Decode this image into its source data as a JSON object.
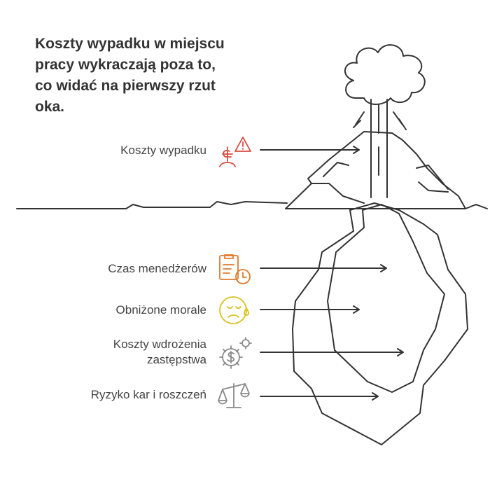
{
  "title": "Koszty wypadku w miejscu\npracy wykraczają poza to,\nco widać na pierwszy rzut\noka.",
  "items": [
    {
      "label": "Koszty wypadku",
      "icon": "cost-warning-icon",
      "color": "#d94a3d"
    },
    {
      "label": "Czas menedżerów",
      "icon": "clipboard-clock-icon",
      "color": "#e07a2a"
    },
    {
      "label": "Obniżone morale",
      "icon": "sad-face-icon",
      "color": "#d9c21e"
    },
    {
      "label": "Koszty wdrożenia\nzastępstwa",
      "icon": "gears-dollar-icon",
      "color": "#8a8a8a"
    },
    {
      "label": "Ryzyko kar i roszczeń",
      "icon": "scales-icon",
      "color": "#8a8a8a"
    }
  ]
}
